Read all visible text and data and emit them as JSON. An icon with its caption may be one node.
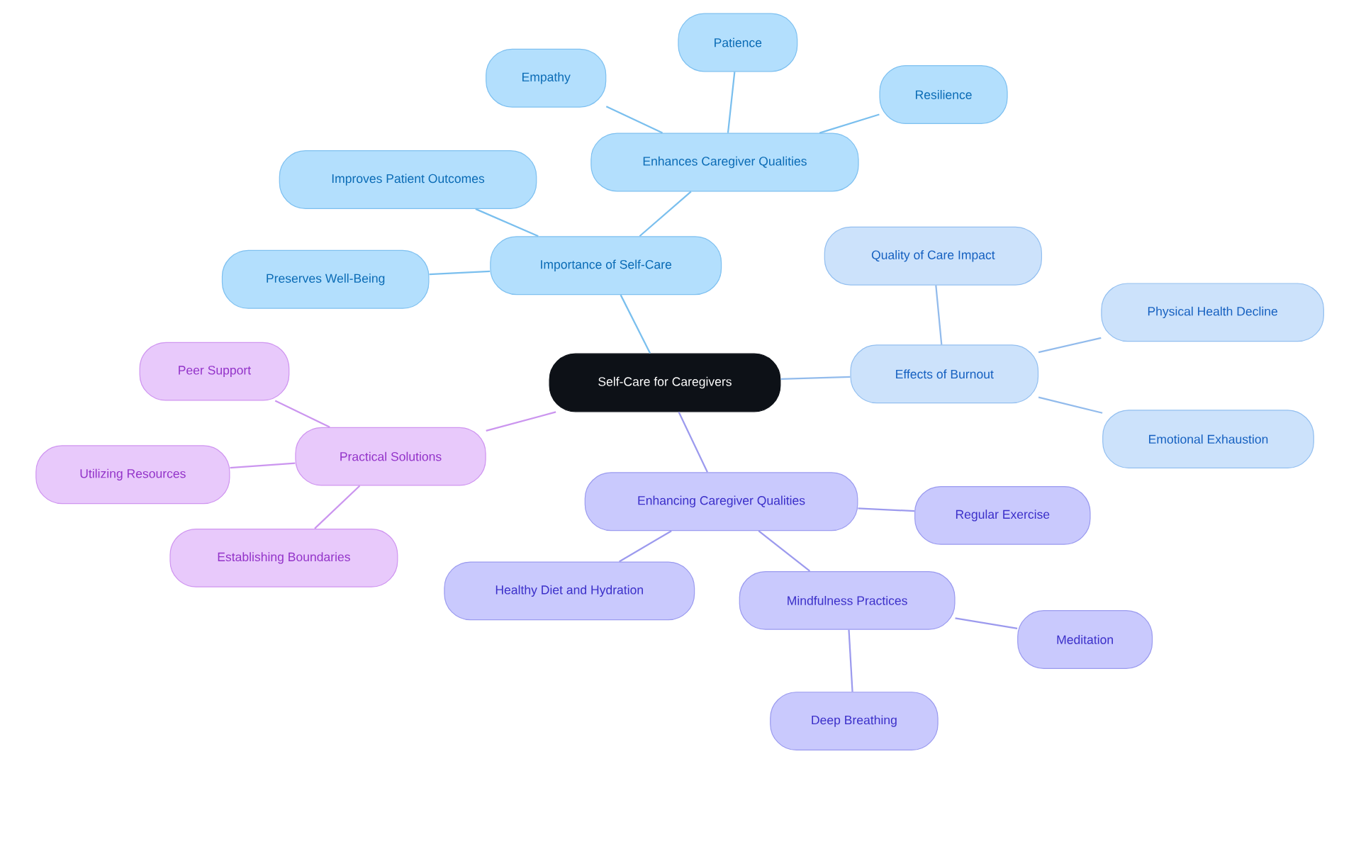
{
  "diagram": {
    "nodes": [
      {
        "text": [
          "Self-Care for Caregivers"
        ]
      },
      {
        "text": [
          "Importance of Self-Care"
        ]
      },
      {
        "text": [
          "Enhances Caregiver Qualities"
        ]
      },
      {
        "text": [
          "Empathy"
        ]
      },
      {
        "text": [
          "Patience"
        ]
      },
      {
        "text": [
          "Resilience"
        ]
      },
      {
        "text": [
          "Improves Patient Outcomes"
        ]
      },
      {
        "text": [
          "Preserves Well-Being"
        ]
      },
      {
        "text": [
          "Effects of Burnout"
        ]
      },
      {
        "text": [
          "Quality of Care Impact"
        ]
      },
      {
        "text": [
          "Physical Health Decline"
        ]
      },
      {
        "text": [
          "Emotional Exhaustion"
        ]
      },
      {
        "text": [
          "Enhancing Caregiver Qualities"
        ]
      },
      {
        "text": [
          "Regular Exercise"
        ]
      },
      {
        "text": [
          "Healthy Diet and Hydration"
        ]
      },
      {
        "text": [
          "Mindfulness Practices"
        ]
      },
      {
        "text": [
          "Meditation"
        ]
      },
      {
        "text": [
          "Deep Breathing"
        ]
      },
      {
        "text": [
          "Practical Solutions"
        ]
      },
      {
        "text": [
          "Peer Support"
        ]
      },
      {
        "text": [
          "Utilizing Resources"
        ]
      },
      {
        "text": [
          "Establishing Boundaries"
        ]
      }
    ],
    "edges": [
      {
        "from": 0,
        "to": 1,
        "arrow": "none",
        "color": "#7abfee"
      },
      {
        "from": 1,
        "to": 2,
        "arrow": "none",
        "color": "#7abfee"
      },
      {
        "from": 2,
        "to": 3,
        "arrow": "none",
        "color": "#7abfee"
      },
      {
        "from": 2,
        "to": 4,
        "arrow": "none",
        "color": "#7abfee"
      },
      {
        "from": 2,
        "to": 5,
        "arrow": "none",
        "color": "#7abfee"
      },
      {
        "from": 1,
        "to": 6,
        "arrow": "none",
        "color": "#7abfee"
      },
      {
        "from": 1,
        "to": 7,
        "arrow": "none",
        "color": "#7abfee"
      },
      {
        "from": 0,
        "to": 8,
        "arrow": "none",
        "color": "#92bbec"
      },
      {
        "from": 8,
        "to": 9,
        "arrow": "none",
        "color": "#92bbec"
      },
      {
        "from": 8,
        "to": 10,
        "arrow": "none",
        "color": "#92bbec"
      },
      {
        "from": 8,
        "to": 11,
        "arrow": "none",
        "color": "#92bbec"
      },
      {
        "from": 0,
        "to": 12,
        "arrow": "none",
        "color": "#9c9aee"
      },
      {
        "from": 12,
        "to": 13,
        "arrow": "none",
        "color": "#9c9aee"
      },
      {
        "from": 12,
        "to": 14,
        "arrow": "none",
        "color": "#9c9aee"
      },
      {
        "from": 12,
        "to": 15,
        "arrow": "none",
        "color": "#9c9aee"
      },
      {
        "from": 15,
        "to": 16,
        "arrow": "none",
        "color": "#9c9aee"
      },
      {
        "from": 15,
        "to": 17,
        "arrow": "none",
        "color": "#9c9aee"
      },
      {
        "from": 0,
        "to": 18,
        "arrow": "none",
        "color": "#cb95ef"
      },
      {
        "from": 18,
        "to": 19,
        "arrow": "none",
        "color": "#cb95ef"
      },
      {
        "from": 18,
        "to": 20,
        "arrow": "none",
        "color": "#cb95ef"
      },
      {
        "from": 18,
        "to": 21,
        "arrow": "none",
        "color": "#cb95ef"
      }
    ]
  }
}
